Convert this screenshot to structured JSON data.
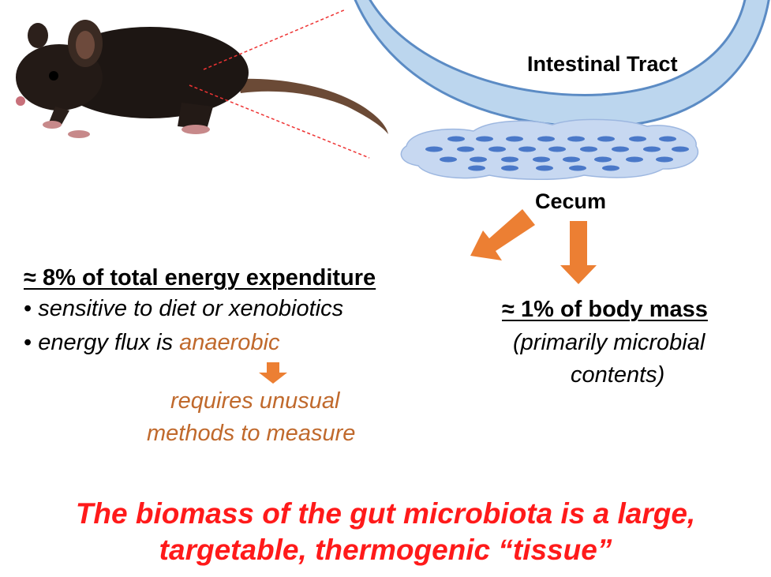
{
  "labels": {
    "intestinal_tract": "Intestinal Tract",
    "cecum": "Cecum"
  },
  "left_block": {
    "heading": "≈ 8% of total energy expenditure",
    "bullets": [
      {
        "text": "sensitive to diet or xenobiotics"
      },
      {
        "prefix": "energy flux is ",
        "highlight": "anaerobic"
      }
    ],
    "note_lines": [
      "requires unusual",
      "methods to measure"
    ]
  },
  "right_block": {
    "heading": "≈ 1% of body mass",
    "lines": [
      "(primarily microbial",
      "contents)"
    ]
  },
  "conclusion": {
    "line1": "The biomass of the gut microbiota is a large,",
    "line2": "targetable, thermogenic “tissue”"
  },
  "colors": {
    "intestine_fill": "#bcd6ee",
    "intestine_stroke": "#5b8bc4",
    "cecum_fill": "#c7d8f1",
    "microbe": "#4a78c8",
    "arrow": "#ec7f33",
    "orange_text": "#c0692c",
    "conclusion_red": "#ff1a1a"
  }
}
